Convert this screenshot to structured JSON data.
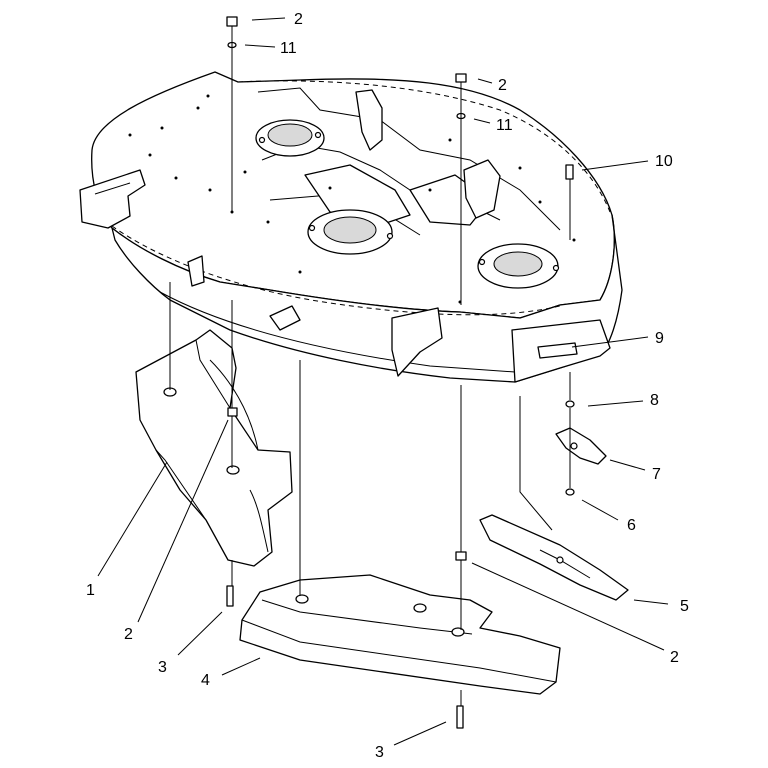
{
  "callouts": {
    "c1": "1",
    "c2_top": "2",
    "c11_top": "11",
    "c2_mid": "2",
    "c11_mid": "11",
    "c10": "10",
    "c9": "9",
    "c8": "8",
    "c7": "7",
    "c6": "6",
    "c5": "5",
    "c2_right": "2",
    "c2_left": "2",
    "c3_left": "3",
    "c4": "4",
    "c3_bottom": "3"
  }
}
